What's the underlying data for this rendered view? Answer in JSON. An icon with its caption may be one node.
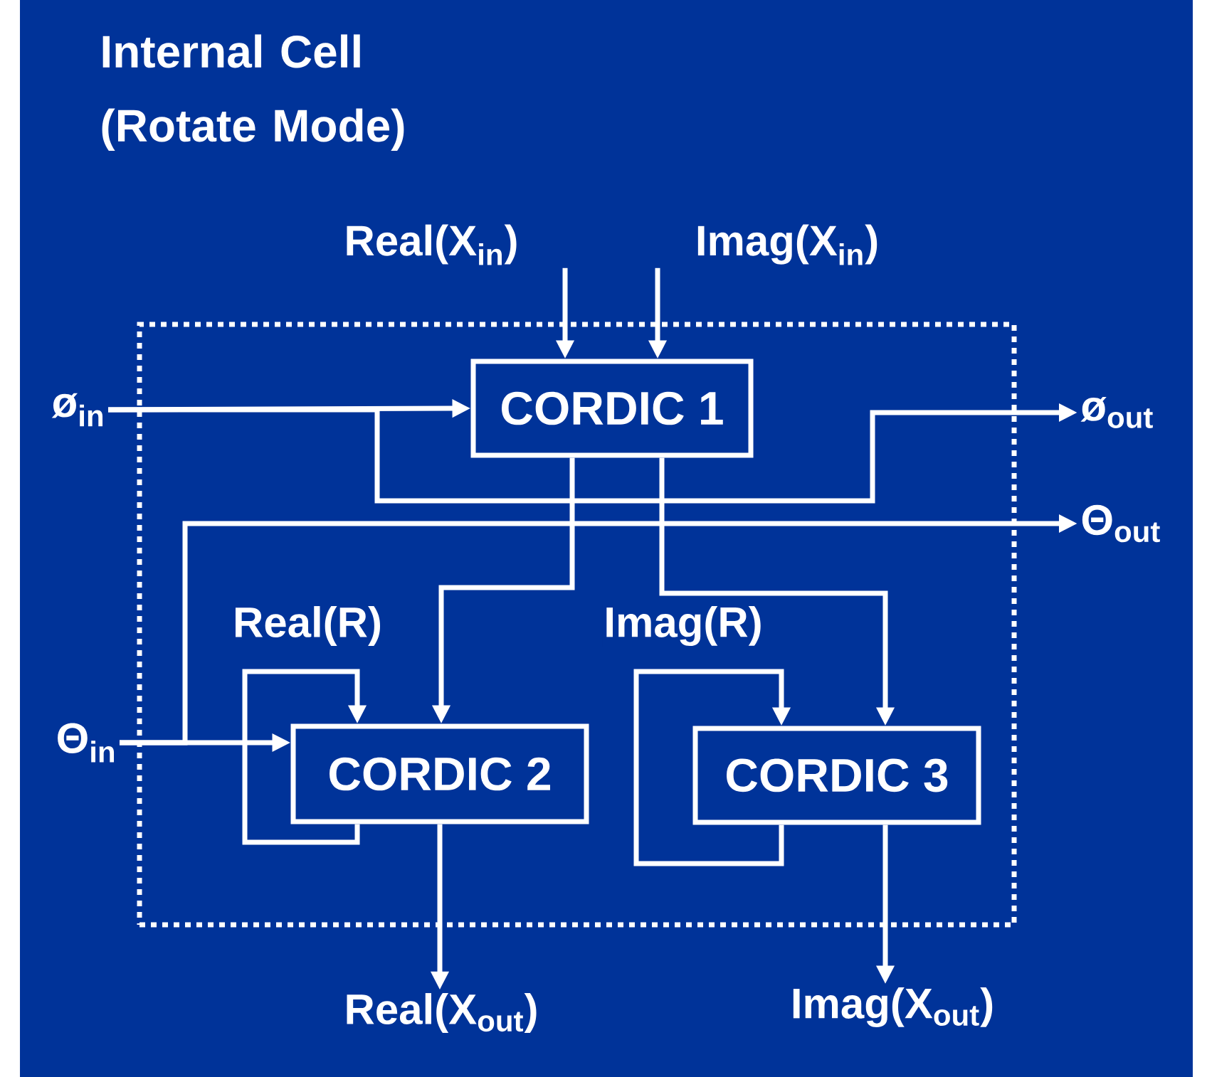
{
  "diagram": {
    "title": "Internal Cell (Rotate Mode)",
    "nodes": [
      {
        "text": [],
        "shape": "box"
      },
      {
        "text": [
          "CORDIC 1"
        ],
        "in": 0
      },
      {
        "text": [
          "CORDIC 2"
        ],
        "in": 0
      },
      {
        "text": [
          "CORDIC 3"
        ],
        "in": 0
      },
      {
        "text": [
          "Real(X$_{in}$)"
        ]
      },
      {
        "text": [
          "Imag(X$_{in}$)"
        ]
      },
      {
        "text": [
          "ø$_{in}$"
        ]
      },
      {
        "text": [
          "ø$_{out}$"
        ]
      },
      {
        "text": [
          "Θ$_{out}$"
        ]
      },
      {
        "text": [
          "Θ$_{in}$"
        ]
      },
      {
        "text": [
          "Real(X$_{out}$)"
        ]
      },
      {
        "text": [
          "Imag(X$_{out}$)"
        ]
      }
    ],
    "edges": [
      {
        "from": 4,
        "to": 1,
        "arrow": "to"
      },
      {
        "from": 5,
        "to": 1,
        "arrow": "to"
      },
      {
        "from": 6,
        "to": 1,
        "arrow": "to"
      },
      {
        "from": 6,
        "to": 7,
        "arrow": "to"
      },
      {
        "from": 9,
        "to": 8,
        "arrow": "to"
      },
      {
        "from": 9,
        "to": 2,
        "arrow": "to"
      },
      {
        "from": 1,
        "to": 2,
        "arrow": "to"
      },
      {
        "from": 1,
        "to": 3,
        "arrow": "to"
      },
      {
        "from": 2,
        "to": 2,
        "arrow": "to",
        "label": "Real(R)"
      },
      {
        "from": 3,
        "to": 3,
        "arrow": "to",
        "label": "Imag(R)"
      },
      {
        "from": 2,
        "to": 10,
        "arrow": "to"
      },
      {
        "from": 3,
        "to": 11,
        "arrow": "to"
      }
    ]
  }
}
